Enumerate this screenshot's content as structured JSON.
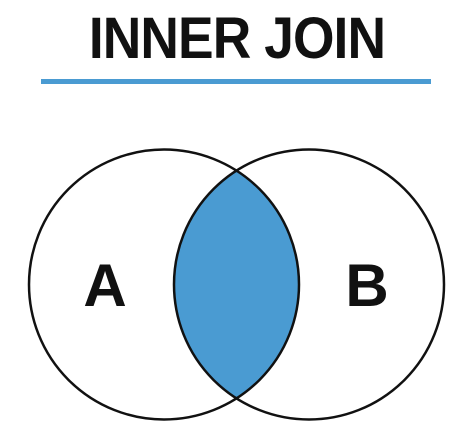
{
  "title": "INNER JOIN",
  "sets": {
    "left_label": "A",
    "right_label": "B"
  },
  "colors": {
    "accent": "#4a9bd2",
    "outline": "#111111",
    "text": "#111111",
    "background": "#ffffff"
  }
}
